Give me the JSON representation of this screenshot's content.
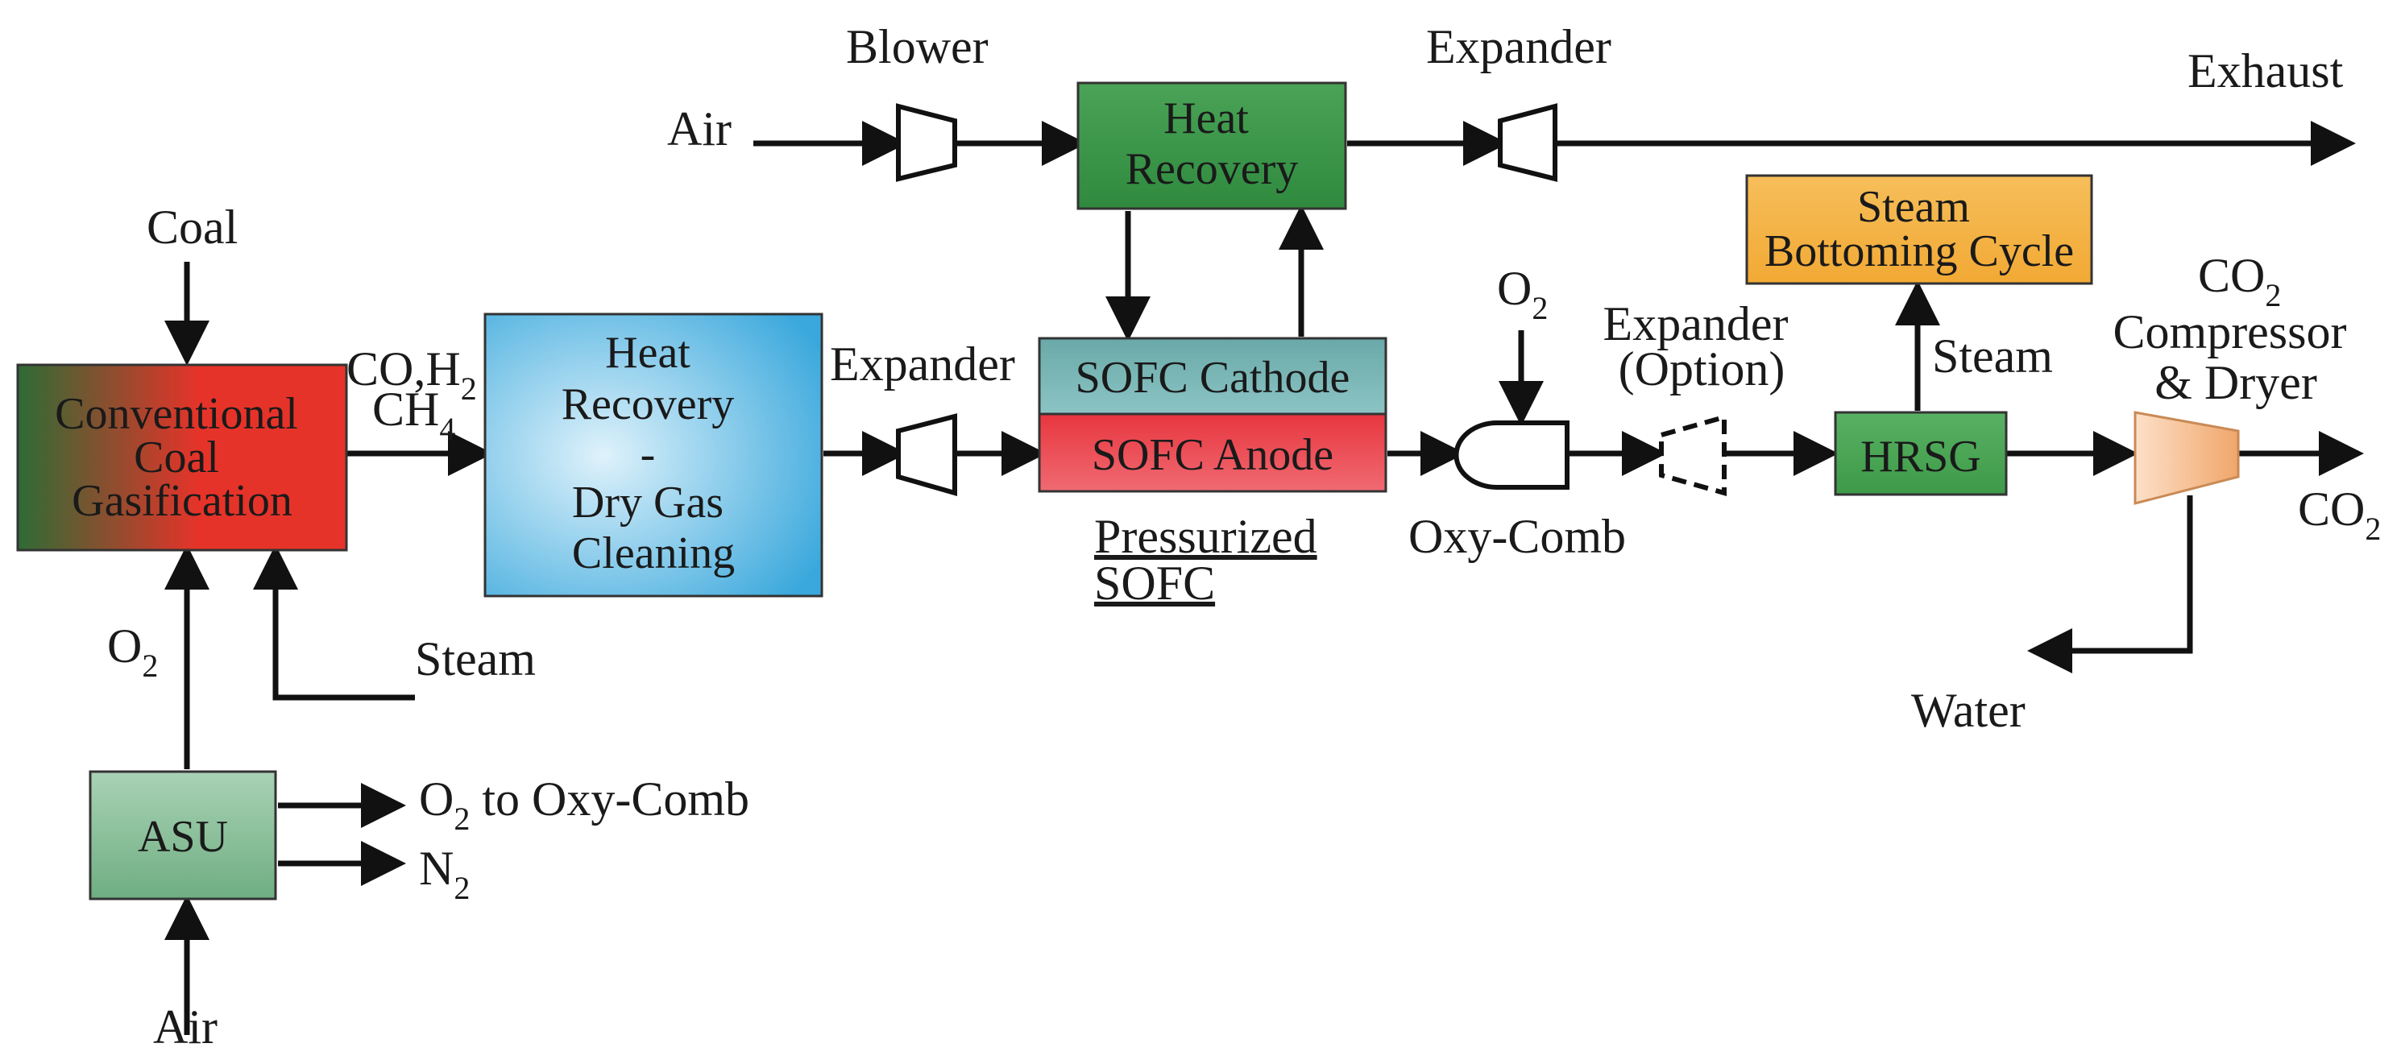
{
  "labels": {
    "coal": "Coal",
    "o2_gasifier_sym": "O",
    "o2_gasifier_sub": "2",
    "steam_gasifier": "Steam",
    "air_asu": "Air",
    "o2_to_oxy_sym": "O",
    "o2_to_oxy_sub": "2",
    "o2_to_oxy_rest": " to Oxy-Comb",
    "n2_sym": "N",
    "n2_sub": "2",
    "syngas_line1_a": "CO",
    "syngas_line1_b": ",H",
    "syngas_line1_sub": "2",
    "syngas_line2_a": "CH",
    "syngas_line2_sub": "4",
    "expander_mid": "Expander",
    "blower": "Blower",
    "air_top": "Air",
    "expander_top": "Expander",
    "exhaust": "Exhaust",
    "o2_comb_sym": "O",
    "o2_comb_sub": "2",
    "oxy_comb": "Oxy-Comb",
    "expander_option_1": "Expander",
    "expander_option_2": "(Option)",
    "steam_hrsg": "Steam",
    "co2_comp_sym": "CO",
    "co2_comp_sub": "2",
    "compressor_line2": "Compressor",
    "compressor_line3": "& Dryer",
    "co2_out_sym": "CO",
    "co2_out_sub": "2",
    "water": "Water",
    "pressurized_1": "Pressurized",
    "pressurized_2": "SOFC"
  },
  "boxes": {
    "gasifier": [
      "Conventional",
      "Coal",
      "Gasification"
    ],
    "asu": [
      "ASU"
    ],
    "heat_recovery_cleaning": [
      "Heat",
      "Recovery",
      "-",
      "Dry Gas",
      "Cleaning"
    ],
    "heat_recovery_top": [
      "Heat",
      "Recovery"
    ],
    "sofc_cathode": [
      "SOFC Cathode"
    ],
    "sofc_anode": [
      "SOFC Anode"
    ],
    "steam_bottoming": [
      "Steam",
      "Bottoming Cycle"
    ],
    "hrsg": [
      "HRSG"
    ]
  },
  "colors": {
    "gasifier_left": "#2e6b35",
    "gasifier_right": "#e63329",
    "asu": "#6fae82",
    "heat_recovery_cleaning_edge": "#3aa8dc",
    "heat_recovery_cleaning_center": "#dff2fb",
    "heat_recovery_top": "#2f8a3f",
    "sofc_cathode": "#8cc4c4",
    "sofc_anode": "#e8363f",
    "steam_bottoming": "#f2a934",
    "hrsg": "#3d9a48",
    "compressor": "#f0a66a"
  }
}
